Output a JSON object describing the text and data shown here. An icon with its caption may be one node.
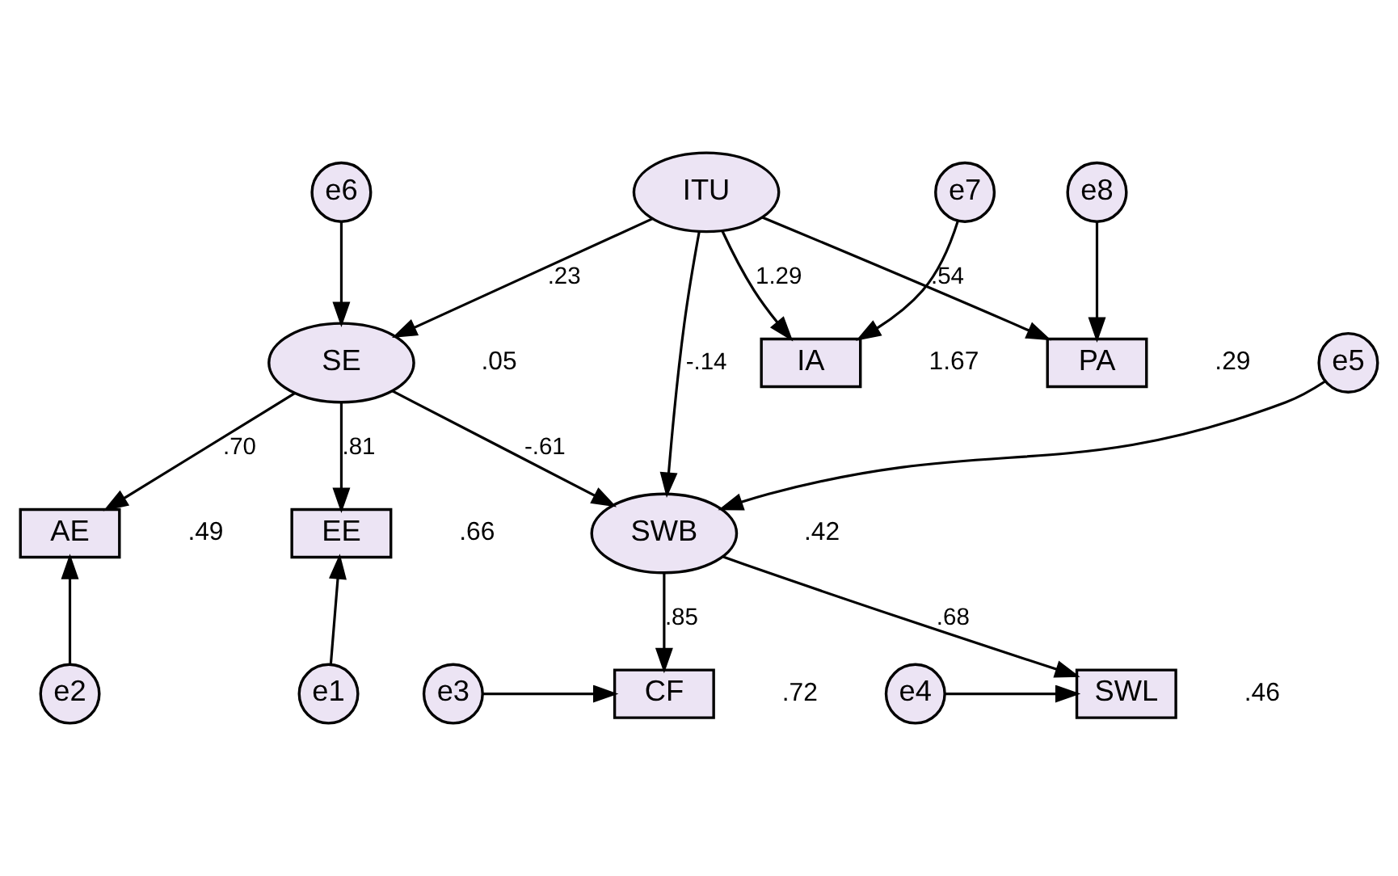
{
  "diagram": {
    "nodes": [
      {
        "text": [
          "e6"
        ]
      },
      {
        "text": [
          "SE"
        ],
        "beside": [
          ".05"
        ]
      },
      {
        "text": [
          "AE"
        ],
        "beside": [
          ".49"
        ]
      },
      {
        "text": [
          "EE"
        ],
        "beside": [
          ".66"
        ]
      },
      {
        "text": [
          "e2"
        ]
      },
      {
        "text": [
          "e1"
        ]
      },
      {
        "text": [
          "e5"
        ]
      },
      {
        "text": [
          "SWB"
        ],
        "beside": [
          ".42"
        ]
      },
      {
        "text": [
          "CF"
        ],
        "beside": [
          ".72"
        ]
      },
      {
        "text": [
          "e3"
        ]
      },
      {
        "text": [
          "ITU"
        ]
      },
      {
        "text": [
          "SWL"
        ],
        "beside": [
          ".46"
        ]
      },
      {
        "text": [
          "e4"
        ]
      },
      {
        "text": [
          "PA"
        ],
        "beside": [
          ".29"
        ]
      },
      {
        "text": [
          "IA"
        ],
        "beside": [
          "1.67"
        ]
      },
      {
        "text": [
          "e8"
        ]
      },
      {
        "text": [
          "e7"
        ]
      }
    ],
    "edges": [
      {
        "from": 0,
        "to": 1,
        "arrow": "to"
      },
      {
        "from": 1,
        "to": 2,
        "arrow": "to",
        "label": ".70"
      },
      {
        "from": 1,
        "to": 3,
        "arrow": "to",
        "label": ".81"
      },
      {
        "from": 4,
        "to": 2,
        "arrow": "to"
      },
      {
        "from": 5,
        "to": 3,
        "arrow": "to"
      },
      {
        "from": 10,
        "to": 1,
        "arrow": "to",
        "label": ".23"
      },
      {
        "from": 1,
        "to": 7,
        "arrow": "to",
        "label": "-.61"
      },
      {
        "from": 6,
        "to": 7,
        "arrow": "to"
      },
      {
        "from": 7,
        "to": 8,
        "arrow": "to",
        "label": ".85"
      },
      {
        "from": 7,
        "to": 11,
        "arrow": "to",
        "label": ".68"
      },
      {
        "from": 9,
        "to": 8,
        "arrow": "to"
      },
      {
        "from": 12,
        "to": 11,
        "arrow": "to"
      },
      {
        "from": 10,
        "to": 7,
        "arrow": "to",
        "label": "-.14"
      },
      {
        "from": 10,
        "to": 13,
        "arrow": "to",
        "label": ".54"
      },
      {
        "from": 10,
        "to": 14,
        "arrow": "to",
        "label": "1.29"
      },
      {
        "from": 15,
        "to": 13,
        "arrow": "to"
      },
      {
        "from": 16,
        "to": 14,
        "arrow": "to"
      }
    ]
  }
}
